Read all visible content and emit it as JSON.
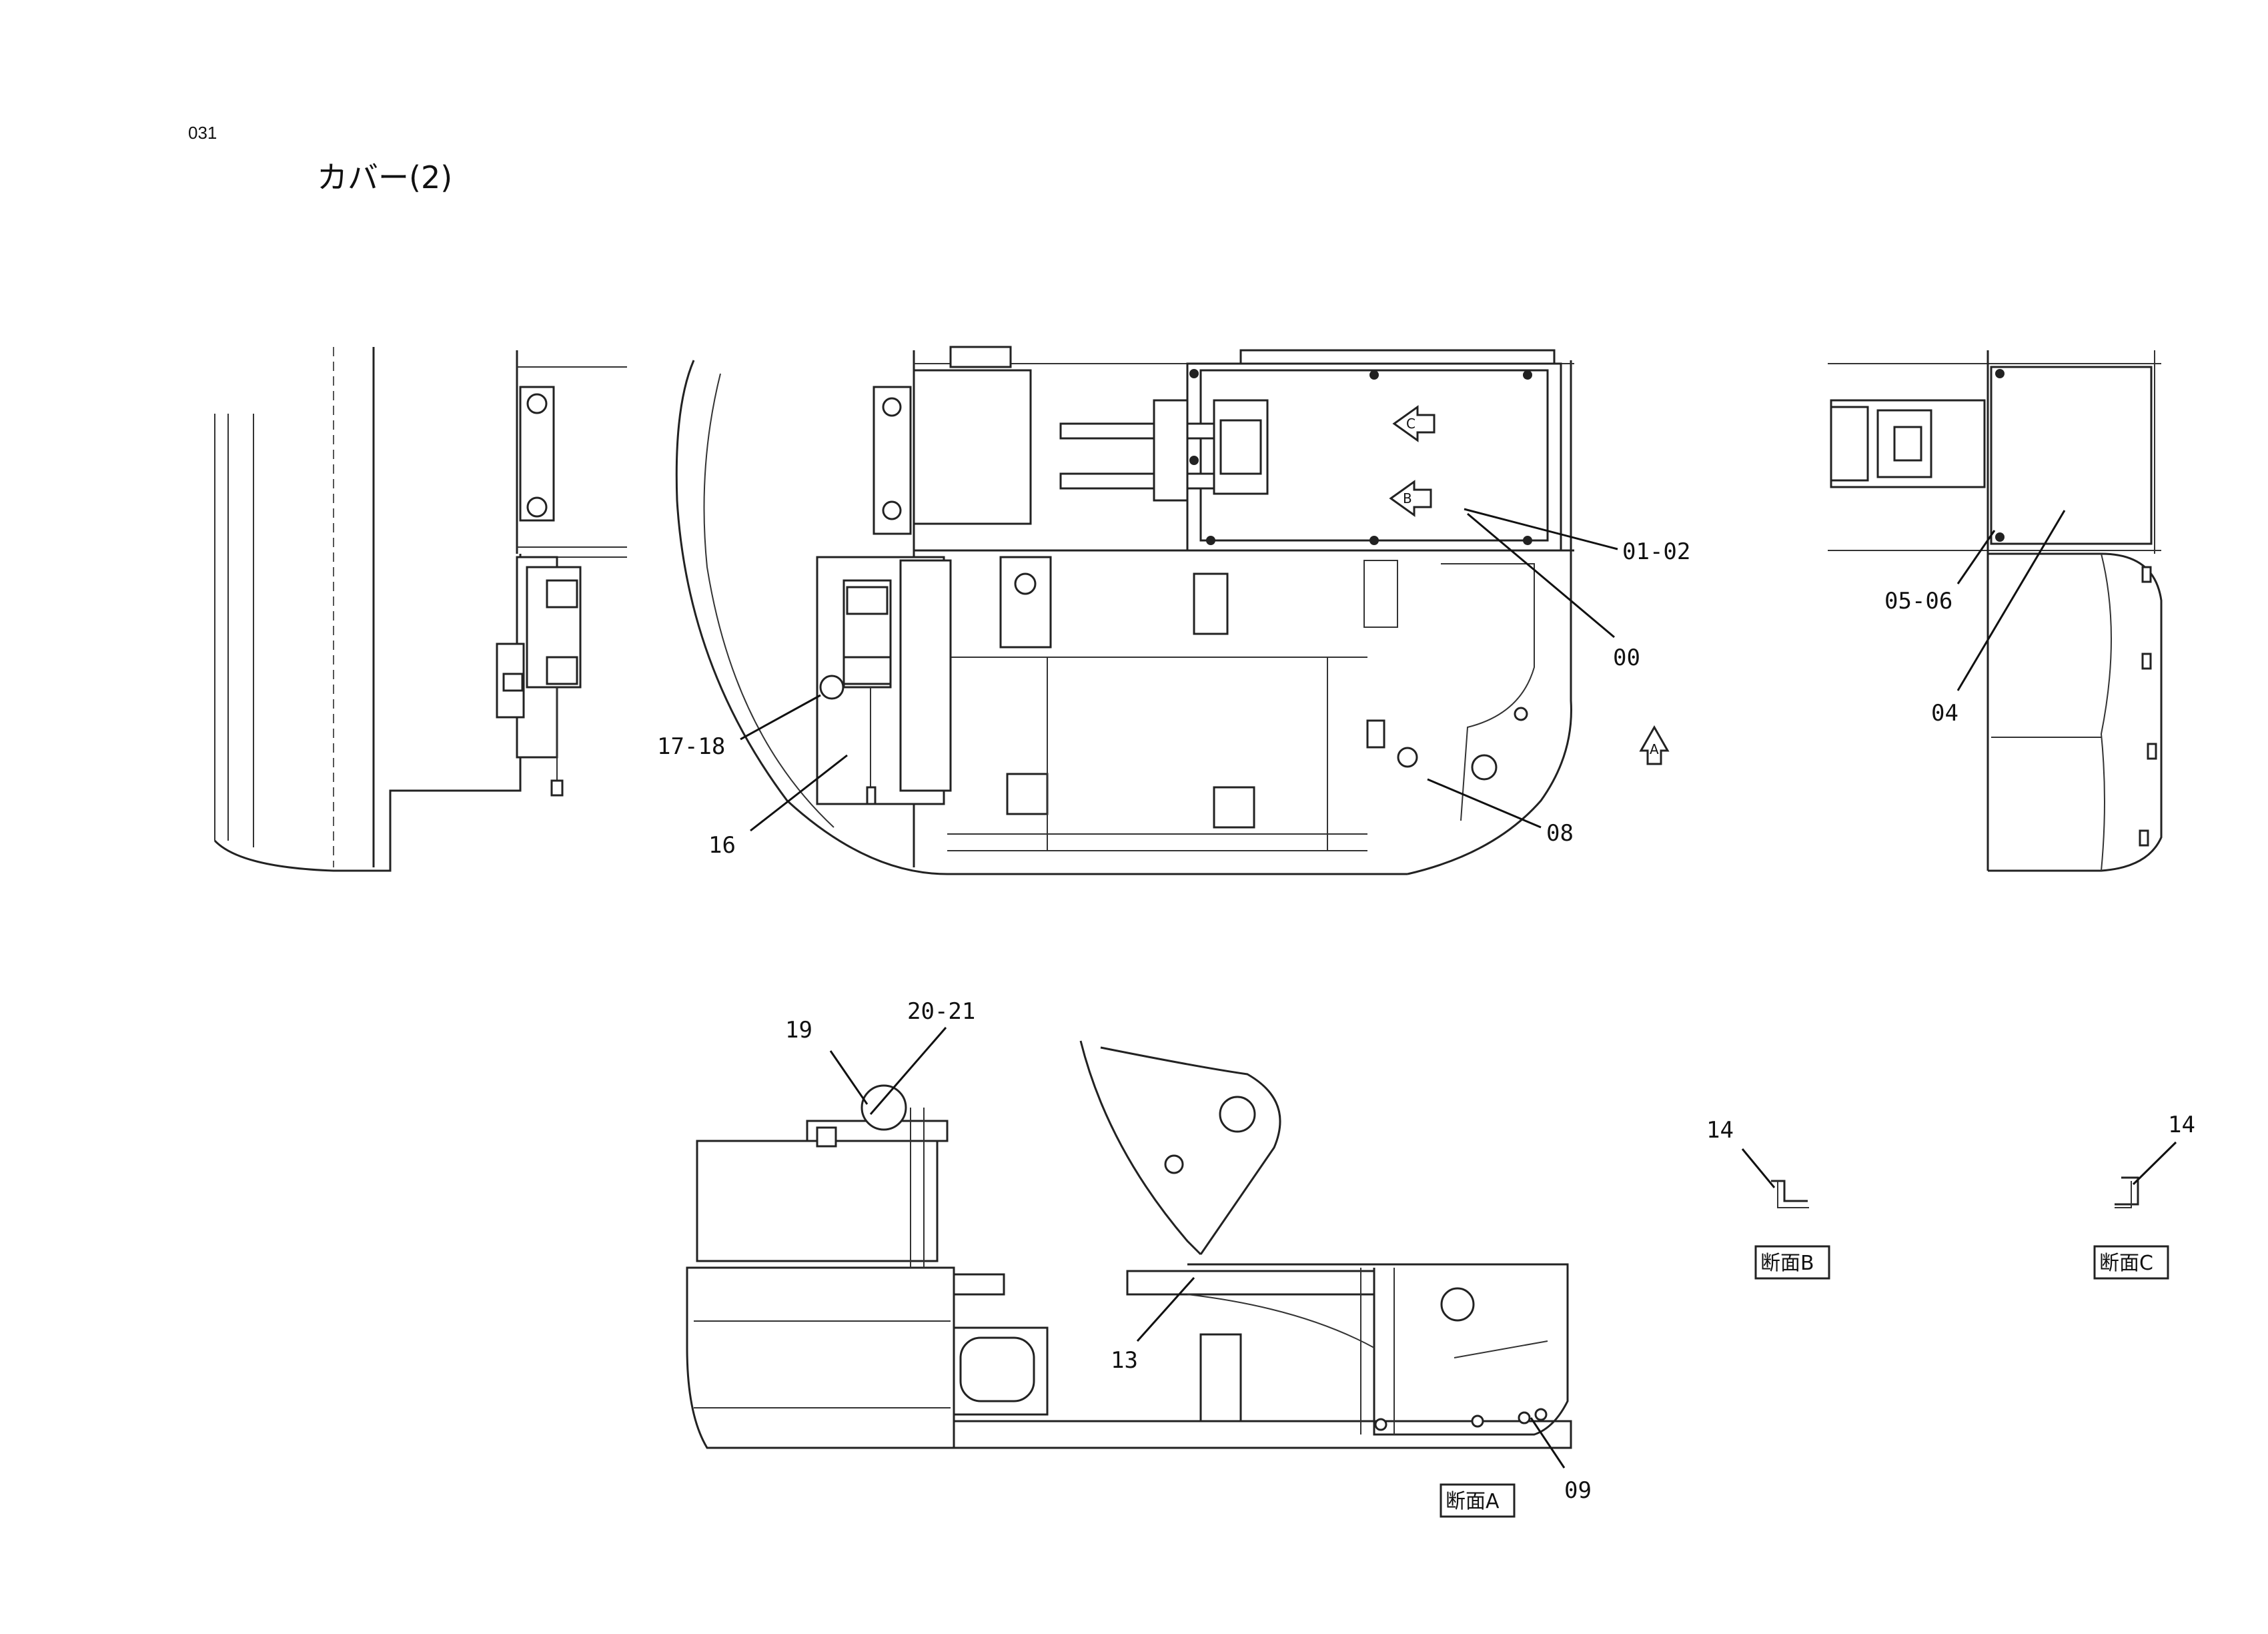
{
  "page": {
    "number": "031",
    "title": "カバー(2)"
  },
  "labels": {
    "p01_02": "01-02",
    "p00": "00",
    "p05_06": "05-06",
    "p04": "04",
    "p17_18": "17-18",
    "p16": "16",
    "p08": "08",
    "p19": "19",
    "p20_21": "20-21",
    "p13": "13",
    "p09": "09",
    "p14_b": "14",
    "p14_c": "14"
  },
  "view_markers": {
    "a": "A",
    "b": "B",
    "c": "C"
  },
  "sections": {
    "a": "断面A",
    "b": "断面B",
    "c": "断面C"
  }
}
